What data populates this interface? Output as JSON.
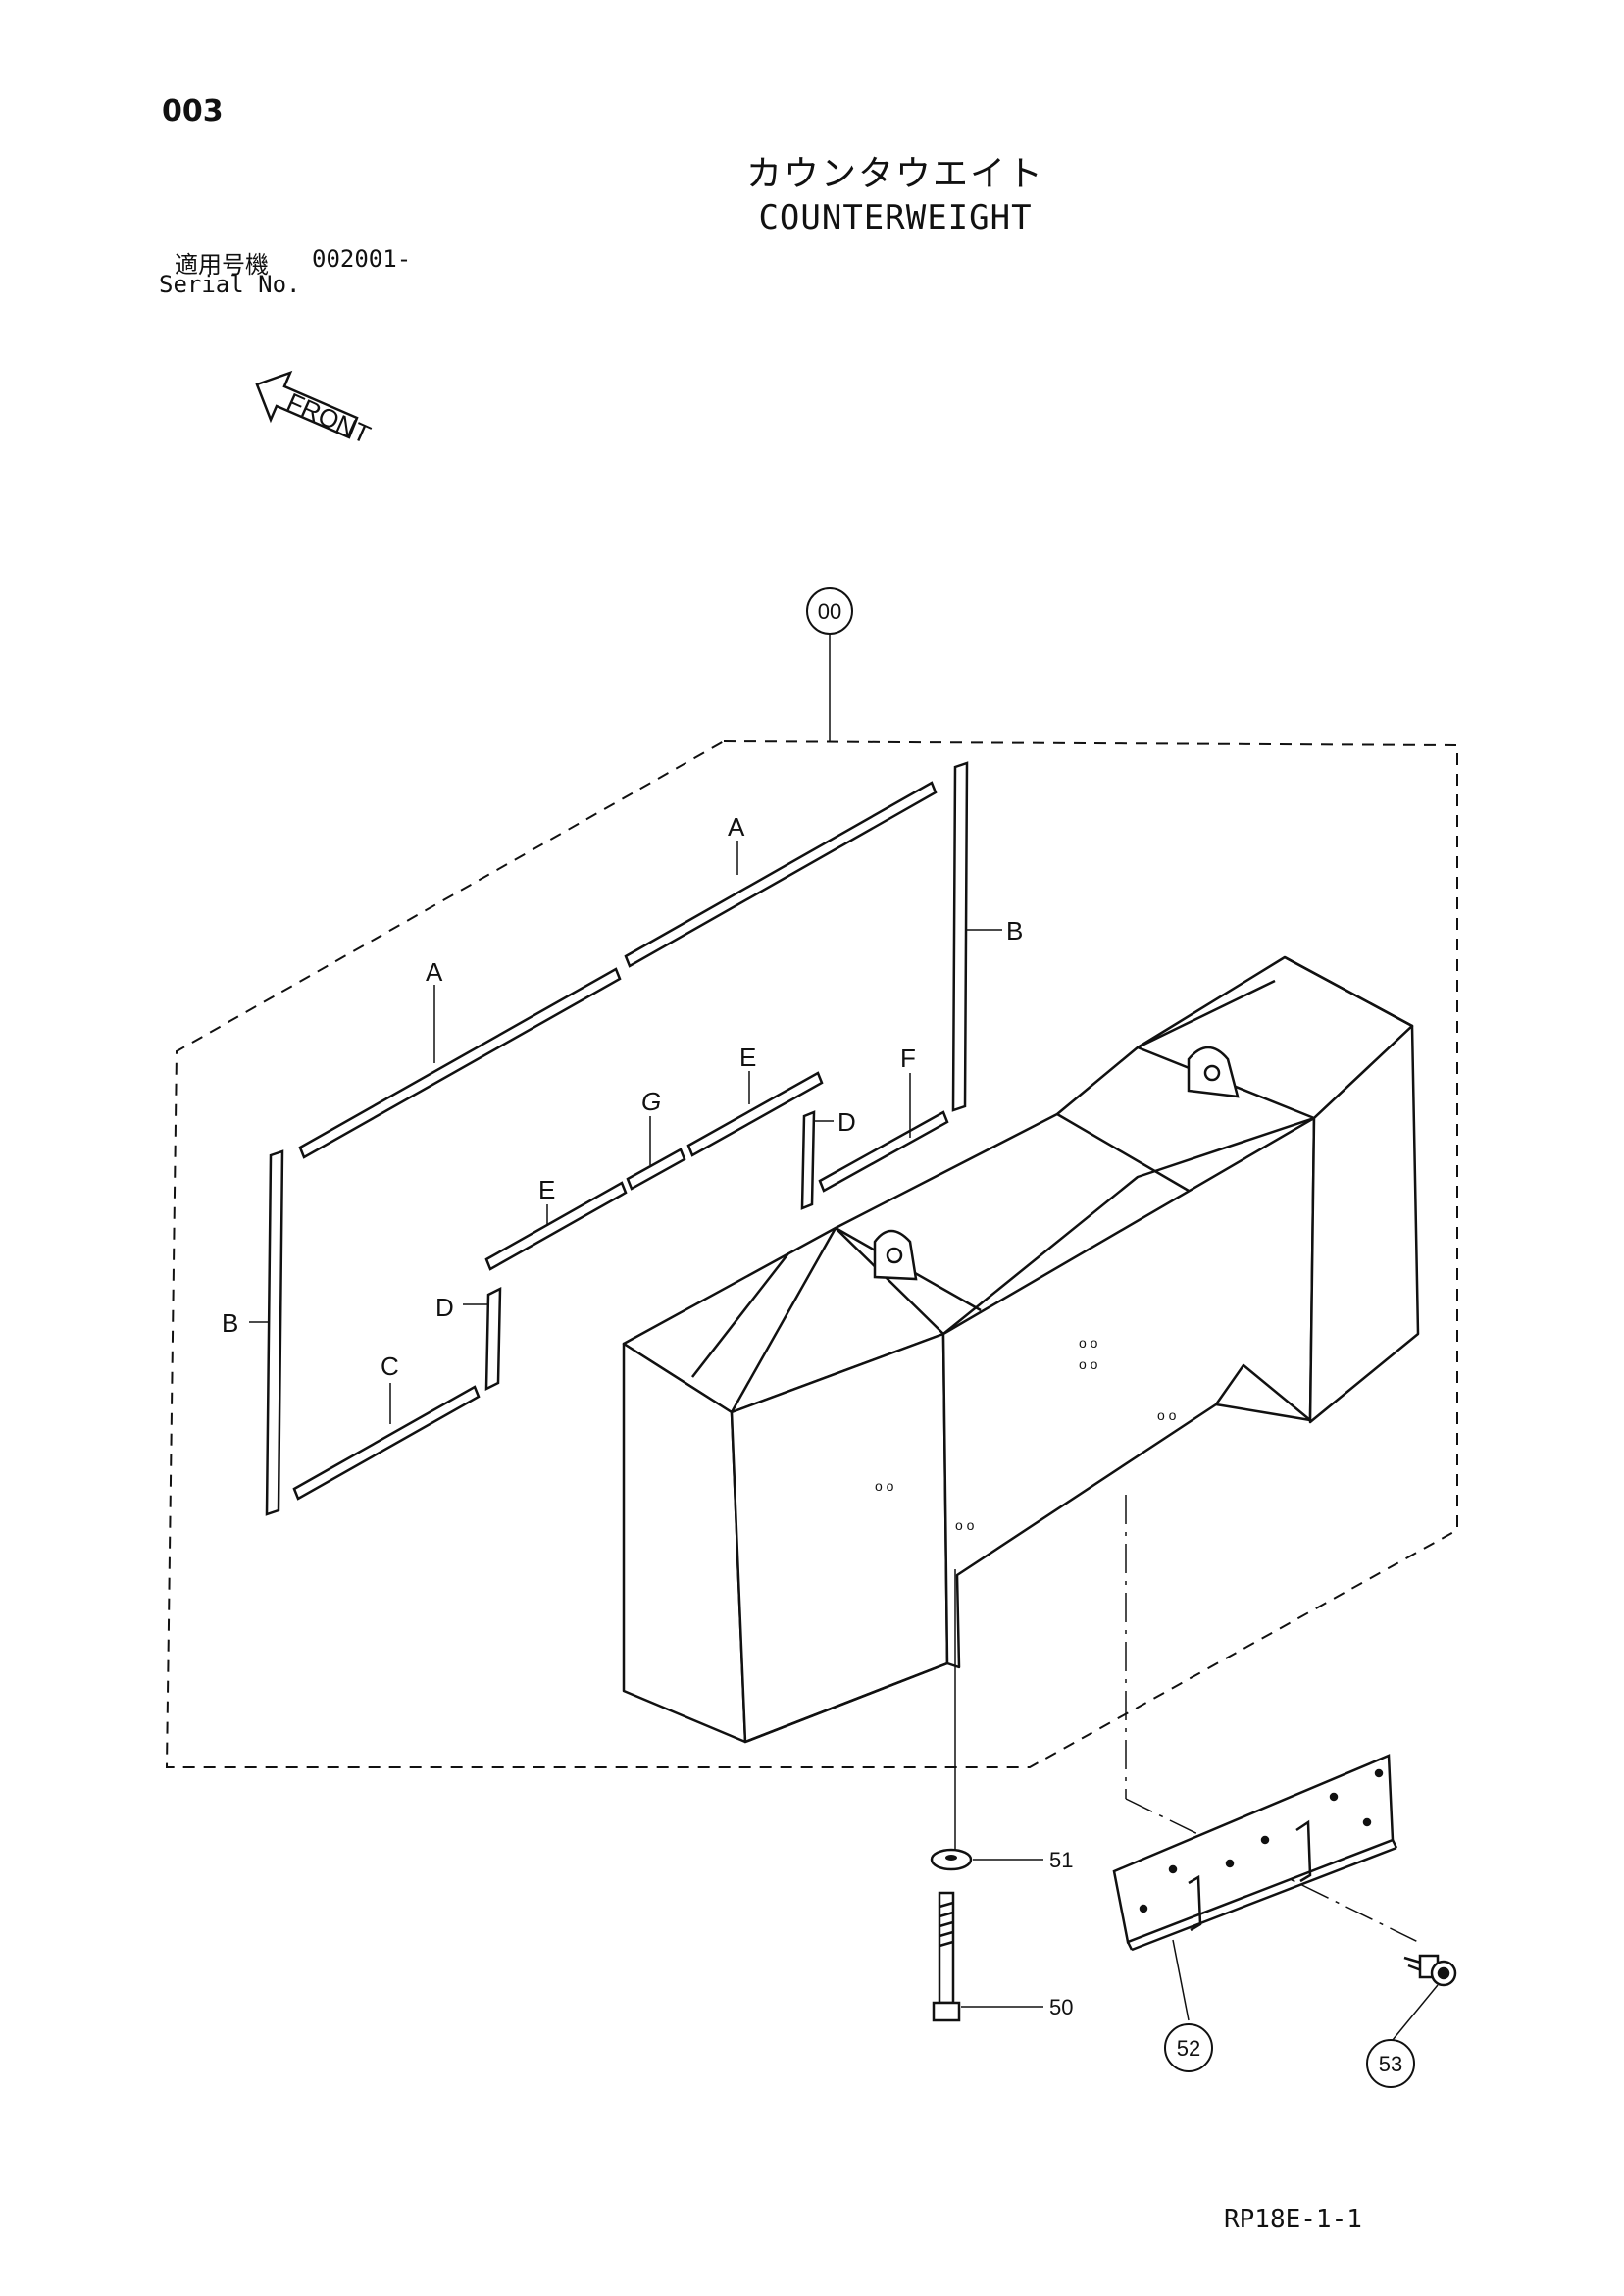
{
  "header": {
    "page_number": "003",
    "title_jp": "カウンタウエイト",
    "title_en": "COUNTERWEIGHT",
    "serial_label_jp": "適用号機",
    "serial_value": "002001-",
    "serial_label_en": "Serial No."
  },
  "front_arrow": {
    "label": "FRONT"
  },
  "callouts": {
    "assembly": "00",
    "plate": "52",
    "bolt_circle": "53",
    "washer": "51",
    "bolt": "50"
  },
  "strip_labels": {
    "a_upper": "A",
    "a_lower": "A",
    "b_right": "B",
    "b_left": "B",
    "c": "C",
    "d_upper": "D",
    "d_lower": "D",
    "e_upper": "E",
    "e_lower": "E",
    "f": "F",
    "g": "G"
  },
  "footer": {
    "drawing_code": "RP18E-1-1"
  }
}
